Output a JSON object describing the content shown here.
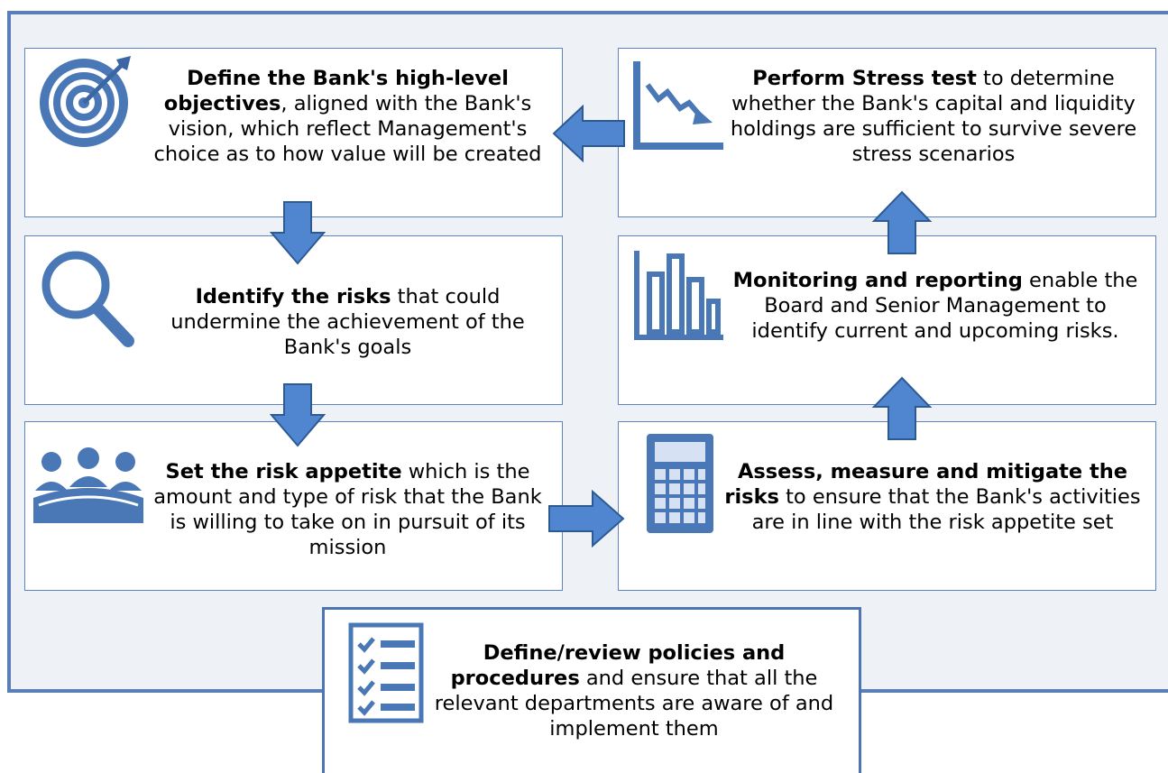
{
  "steps": {
    "objectives": {
      "bold": "Define the Bank's high-level objectives",
      "rest": ", aligned with the Bank's vision, which reflect Management's choice as to how value will be created",
      "icon": "target-icon"
    },
    "identify": {
      "bold": "Identify the risks",
      "rest": " that could undermine the achievement of the Bank's goals",
      "icon": "magnifier-icon"
    },
    "appetite": {
      "bold": "Set the risk appetite",
      "rest": " which is the amount and type of risk that the Bank is willing to take on in pursuit of its mission",
      "icon": "people-icon"
    },
    "assess": {
      "bold": "Assess, measure and mitigate the risks",
      "rest": " to ensure that the Bank's activities are in line with the risk appetite set",
      "icon": "calculator-icon"
    },
    "monitoring": {
      "bold": "Monitoring and reporting",
      "rest": " enable the Board and Senior Management to identify current and upcoming risks.",
      "icon": "bar-chart-icon"
    },
    "stress": {
      "bold": "Perform Stress test",
      "rest": " to determine whether the Bank's capital and liquidity holdings are sufficient to survive severe stress scenarios",
      "icon": "declining-chart-icon"
    },
    "policies": {
      "bold": "Define/review policies and procedures",
      "rest": " and ensure that all the relevant departments are aware of and implement them",
      "icon": "checklist-icon"
    }
  },
  "colors": {
    "box_border": "#5e84c0",
    "frame_border": "#5a7fb8",
    "arrow_fill": "#4f86cf",
    "arrow_stroke": "#2e5a94",
    "icon": "#4a78b6",
    "background": "#eef1f6"
  }
}
